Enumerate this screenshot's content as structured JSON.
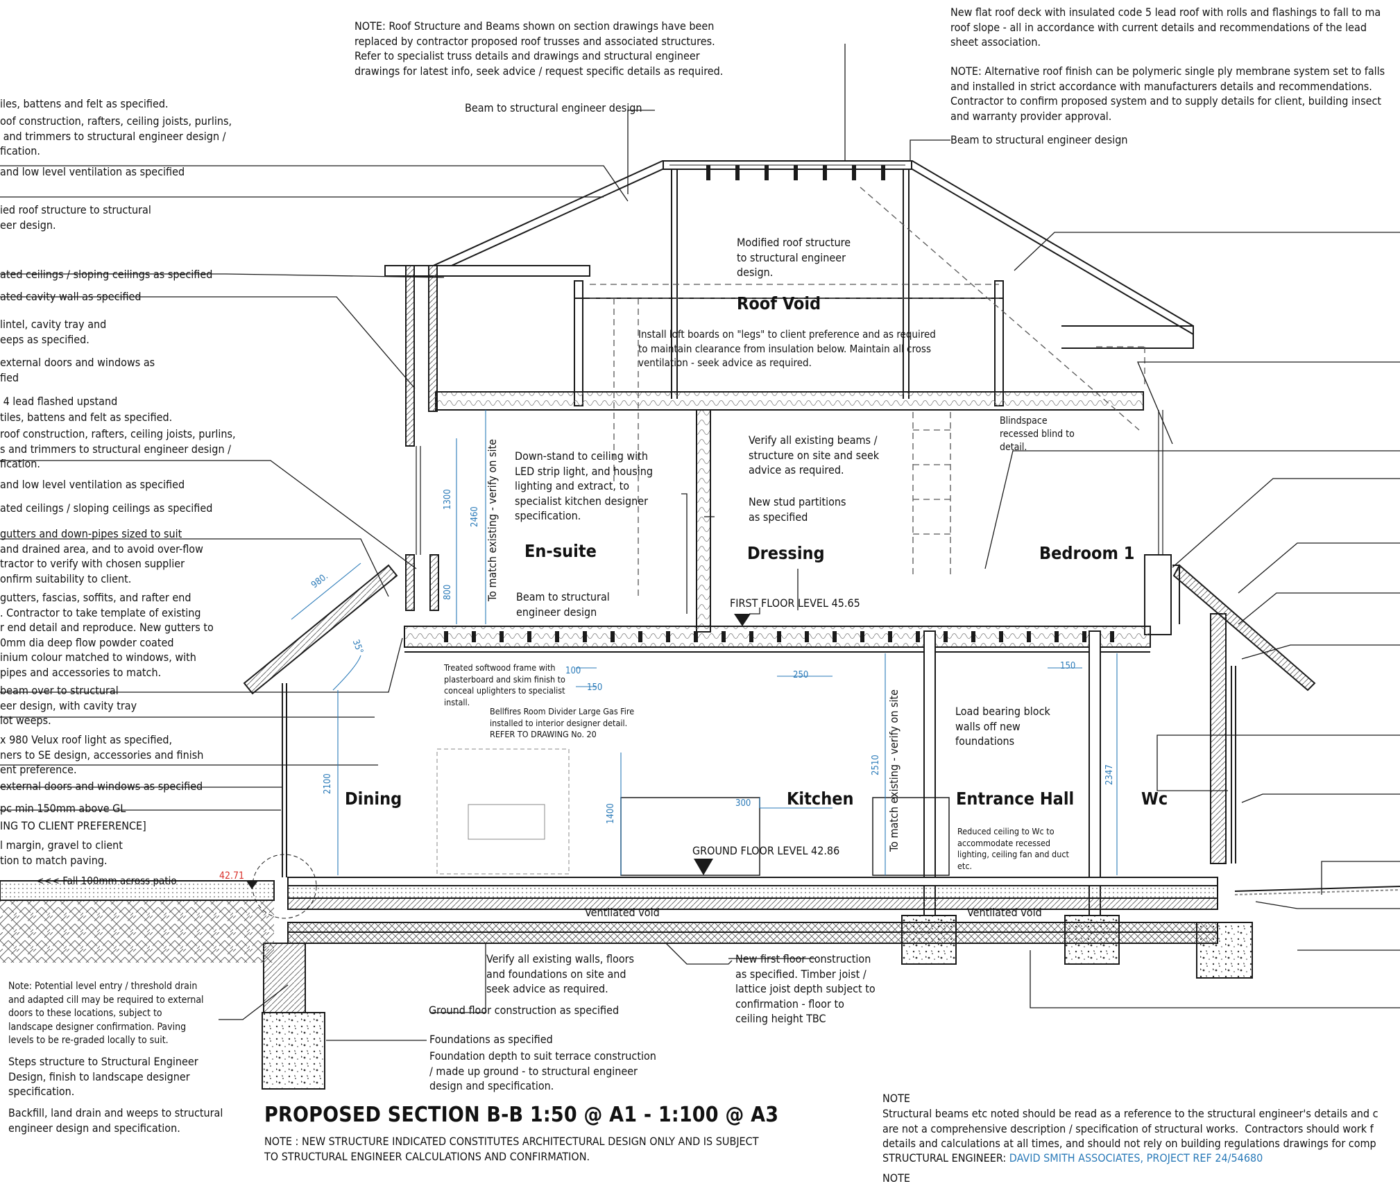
{
  "title": {
    "main": "PROPOSED SECTION B-B  1:50 @ A1 - 1:100 @ A3",
    "sub": "NOTE : NEW STRUCTURE INDICATED CONSTITUTES ARCHITECTURAL DESIGN ONLY AND IS SUBJECT\nTO STRUCTURAL ENGINEER CALCULATIONS AND CONFIRMATION."
  },
  "rooms": {
    "roof_void": "Roof Void",
    "en_suite": "En-suite",
    "dressing": "Dressing",
    "bedroom": "Bedroom 1",
    "dining": "Dining",
    "kitchen": "Kitchen",
    "entrance": "Entrance Hall",
    "wc": "Wc"
  },
  "levels": {
    "first": "FIRST FLOOR LEVEL 45.65",
    "ground": "GROUND FLOOR LEVEL 42.86",
    "external": "42.71",
    "fall": "<<< Fall 100mm across patio"
  },
  "dimensions": {
    "d1300": "1300",
    "d2460": "2460",
    "d800": "800",
    "d980": "980.",
    "d35": "35°",
    "d100": "100",
    "d150a": "150",
    "d250": "250",
    "d150b": "150",
    "d2100": "2100",
    "d1400": "1400",
    "d300": "300",
    "d2510": "2510",
    "d2347": "2347"
  },
  "vertical_notes": {
    "match1": "To match existing - verify on site",
    "match2": "To match existing - verify on site"
  },
  "notes_top": {
    "roof_structure": "NOTE: Roof Structure and Beams shown on section drawings have been\nreplaced by contractor proposed roof trusses and associated structures.\nRefer to specialist truss details and drawings and structural engineer\ndrawings for latest info, seek advice / request specific details as required.",
    "flat_roof": "New flat roof deck with insulated code 5 lead roof with rolls and flashings to fall to ma\nroof slope - all in accordance with current details and recommendations of the lead\nsheet association.",
    "alt_roof": "NOTE: Alternative roof finish can be polymeric single ply membrane system set to falls\nand installed in strict accordance with manufacturers details and recommendations.\nContractor to confirm proposed system and to supply details for client, building insect\nand warranty provider approval.",
    "beam_left": "Beam to structural engineer design",
    "beam_right": "Beam to structural engineer design"
  },
  "notes_left": [
    "iles, battens and felt as specified.",
    "oof construction, rafters, ceiling joists, purlins,\n and trimmers to structural engineer design /\nfication.",
    "and low level ventilation as specified",
    "ied roof structure to structural\neer design.",
    "ated ceilings / sloping ceilings as specified",
    "ated cavity wall as specified",
    "lintel, cavity tray and\neeps as specified.",
    "external doors and windows as\nfied",
    " 4 lead flashed upstand",
    "tiles, battens and felt as specified.",
    "roof construction, rafters, ceiling joists, purlins,\ns and trimmers to structural engineer design /\nfication.",
    "and low level ventilation as specified",
    "ated ceilings / sloping ceilings as specified",
    "gutters and down-pipes sized to suit\nand drained area, and to avoid over-flow\ntractor to verify with chosen supplier\nonfirm suitability to client.",
    "gutters, fascias, soffits, and rafter end\n. Contractor to take template of existing\nr end detail and reproduce. New gutters to\n0mm dia deep flow powder coated\ninium colour matched to windows, with\npipes and accessories to match.",
    "beam over to structural\neer design, with cavity tray\nlot weeps.",
    "x 980 Velux roof light as specified,\nners to SE design, accessories and finish\nent preference.",
    "external doors and windows as specified",
    "pc min 150mm above GL",
    "ING TO CLIENT PREFERENCE]",
    "l margin, gravel to client\ntion to match paving."
  ],
  "notes_mid": {
    "modified_roof": "Modified roof structure\nto structural engineer\ndesign.",
    "loft_boards": "Install loft boards on \"legs\" to client preference and as required\nto maintain clearance from insulation below. Maintain all cross\nventilation - seek advice as required.",
    "downstand": "Down-stand to ceiling with\nLED strip light, and housing\nlighting and extract, to\nspecialist kitchen designer\nspecification.",
    "beam_struct": "Beam to structural\nengineer design",
    "verify_beams": "Verify all existing beams /\nstructure on site and seek\nadvice as required.",
    "stud": "New stud partitions\nas specified",
    "blindspace": "Blindspace\nrecessed blind to\ndetail.",
    "treated": "Treated softwood frame with\nplasterboard and skim finish to\nconceal uplighters to specialist\ninstall.",
    "bellfires": "Bellfires Room Divider Large Gas Fire\ninstalled to interior designer detail.\nREFER TO DRAWING No. 20",
    "load_bearing": "Load bearing block\nwalls off new\nfoundations",
    "reduced": "Reduced ceiling to Wc to\naccommodate recessed\nlighting, ceiling fan and duct\netc.",
    "vent_void1": "Ventilated void",
    "vent_void2": "Ventilated void"
  },
  "notes_bottom": {
    "verify_walls": "Verify all existing walls, floors\nand foundations on site and\nseek advice as required.",
    "ground_floor": "Ground floor construction as specified",
    "foundations": "Foundations as specified",
    "foundation_depth": "Foundation depth to suit terrace construction\n/ made up ground - to structural engineer\ndesign and specification.",
    "first_floor": "New first floor construction\nas specified. Timber joist /\nlattice joist depth subject to\nconfirmation - floor to\nceiling height TBC",
    "level_entry": "Note: Potential level entry / threshold drain\nand adapted cill may be required to external\ndoors to these locations, subject to\nlandscape designer confirmation. Paving\nlevels to be re-graded locally to suit.",
    "steps": "Steps structure to Structural Engineer\nDesign, finish to landscape designer\nspecification.",
    "backfill": "Backfill, land drain and weeps to structural\nengineer design and specification.",
    "note_head": "NOTE",
    "structural_note": "Structural beams etc noted should be read as a reference to the structural engineer's details and c\nare not a comprehensive description / specification of structural works.  Contractors should work f\ndetails and calculations at all times, and should not rely on building regulations drawings for comp",
    "structural_engineer_label": "STRUCTURAL ENGINEER: ",
    "structural_engineer_value": "DAVID SMITH ASSOCIATES, PROJECT REF 24/54680",
    "note_cut": "NOTE"
  },
  "colors": {
    "line": "#1a1a1a",
    "dimension": "#2a7ab8",
    "level_red": "#d9302a",
    "hatch": "#444444",
    "dashed": "#555555"
  }
}
